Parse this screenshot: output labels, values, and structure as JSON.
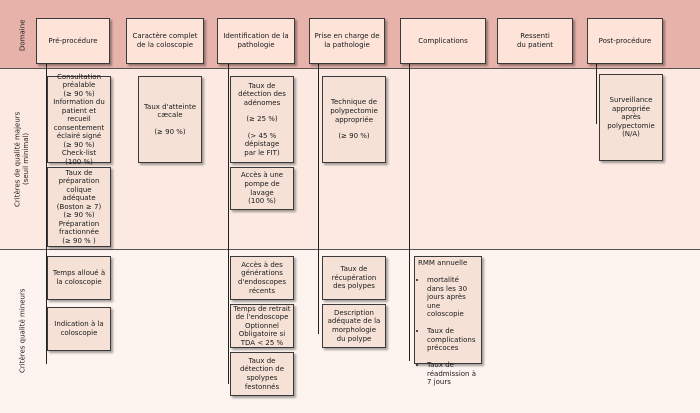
{
  "rows": {
    "domain_label": "Domaine",
    "major_label": "Critères de qualité majeurs\n(seuil minimal)",
    "minor_label": "Critères qualité mineurs"
  },
  "headers": {
    "pre": "Pré-procédure",
    "caractere": "Caractère complet\nde la coloscopie",
    "identification": "Identification de la\npathologie",
    "prise": "Prise en charge de\nla pathologie",
    "complications": "Complications",
    "ressenti": "Ressenti\ndu patient",
    "post": "Post-procédure"
  },
  "major": {
    "pre_1": "Consultation\npréalable\n(≥ 90 %)\nInformation du\npatient et recueil\nconsentement\néclairé signé\n(≥ 90 %)\nCheck-list\n(100 %)",
    "pre_2": "Taux de\npréparation\ncolique\nadéquate\n(Boston ≥ 7)\n(≥ 90 %)\nPréparation\nfractionnée\n(≥ 90 % )",
    "caecal_1": "Taux d'atteinte\ncæcale",
    "caecal_2": "(≥ 90 %)",
    "adr_1": "Taux de\ndétection des\nadénomes",
    "adr_2": "(≥ 25 %)",
    "adr_3": "(> 45 % dépistage\npar le FIT)",
    "pompe": "Accès à une\npompe de lavage\n(100 %)",
    "polyp_1": "Technique de\npolypectomie\nappropriée",
    "polyp_2": "(≥ 90 %)",
    "post_1": "Surveillance\nappropriée après\npolypectomie\n(N/A)"
  },
  "minor": {
    "temps_alloue": "Temps alloué à\nla coloscopie",
    "indication": "Indication à la\ncoloscopie",
    "acces_gen": "Accès à des\ngénérations\nd'endoscopes\nrécents",
    "retrait": "Temps de retrait\nde l'endoscope\nOptionnel\nObligatoire si\nTDA < 25 %",
    "festonnes": "Taux de\ndétection de\nspolypes\nfestonnés",
    "recup": "Taux de\nrécupération\ndes polypes",
    "morpho": "Description\nadéquate de la\nmorphologie\ndu polype",
    "rmm_title": "RMM annuelle",
    "rmm_items": [
      "mortalité\ndans les 30\njours après\nune\ncoloscopie",
      "Taux de\ncomplications\nprécoces",
      "Taux de\nréadmission à\n7 jours"
    ]
  },
  "colors": {
    "domain_band": "#e6b2aa",
    "major_band": "#fbe9e2",
    "minor_band": "#fdf3ef",
    "box_fill": "#f6e1d6"
  }
}
